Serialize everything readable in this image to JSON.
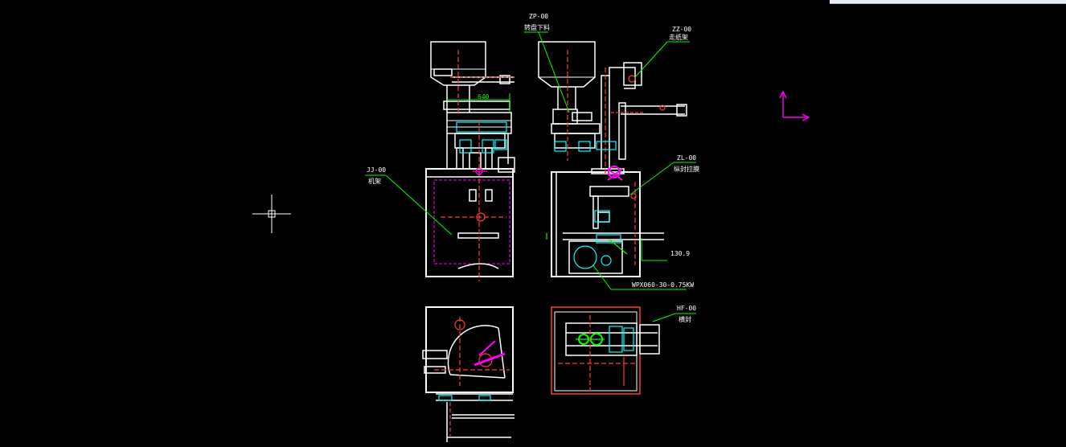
{
  "drawing": {
    "background": "#000000",
    "colors": {
      "outline": "#ffffff",
      "leader": "#00ff00",
      "hidden": "#ff3b3b",
      "part": "#00ffff",
      "accent": "#ff00ff",
      "ucs": "#ff00ff",
      "crosshair": "#ffffff"
    },
    "callouts": {
      "zp": {
        "code": "ZP-00",
        "name": "转盘下料"
      },
      "zz": {
        "code": "ZZ-00",
        "name": "走纸架"
      },
      "jj": {
        "code": "JJ-00",
        "name": "机架"
      },
      "zl": {
        "code": "ZL-00",
        "name": "纵封拉膜"
      },
      "hf": {
        "code": "HF-00",
        "name": "横封"
      },
      "motor": {
        "code": "WPX060-30-0.75KW"
      },
      "dim_width": {
        "value": "640"
      },
      "dim_height": {
        "value": "130.9"
      }
    },
    "icons": {
      "ucs": "ucs-axis-icon",
      "crosshair": "crosshair-cursor-icon"
    }
  }
}
